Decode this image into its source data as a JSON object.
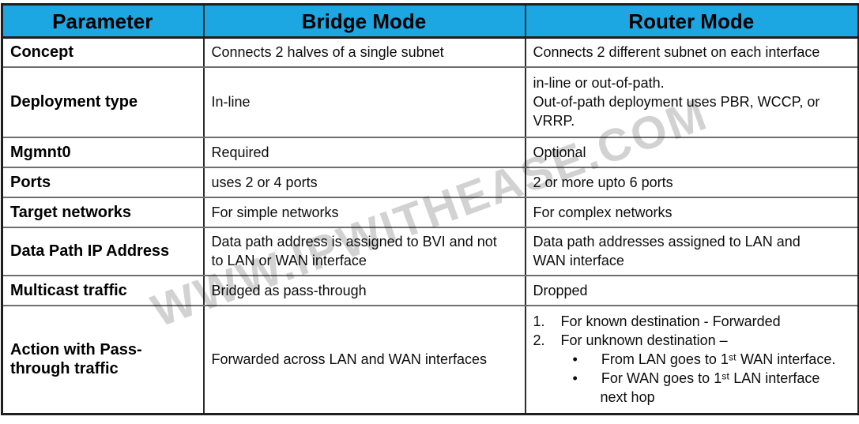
{
  "watermark": "WWW.IPWITHEASE.COM",
  "colors": {
    "header_bg": "#1ca7e2",
    "header_text": "#000000",
    "border_dark": "#1f1f1f",
    "watermark_gray": "#d2d2d2"
  },
  "table": {
    "headers": {
      "parameter": "Parameter",
      "bridge": "Bridge Mode",
      "router": "Router Mode"
    },
    "rows": [
      {
        "parameter": "Concept",
        "bridge": "Connects 2 halves of a single subnet",
        "router": "Connects 2 different subnet on each interface"
      },
      {
        "parameter": "Deployment type",
        "bridge": "In-line",
        "router": "in-line or out-of-path.\nOut-of-path deployment uses PBR, WCCP, or\nVRRP."
      },
      {
        "parameter": "Mgmnt0",
        "bridge": "Required",
        "router": "Optional"
      },
      {
        "parameter": "Ports",
        "bridge": "uses 2 or 4 ports",
        "router": "2 or more upto 6 ports"
      },
      {
        "parameter": "Target networks",
        "bridge": "For simple networks",
        "router": "For complex networks"
      },
      {
        "parameter": "Data Path IP Address",
        "bridge": "Data path address is assigned to BVI and not\nto LAN or WAN interface",
        "router": "Data path addresses assigned to LAN and\nWAN interface"
      },
      {
        "parameter": "Multicast traffic",
        "bridge": "Bridged as pass-through",
        "router": "Dropped"
      },
      {
        "parameter": "Action with Pass-\nthrough traffic",
        "bridge": "Forwarded across LAN and WAN interfaces",
        "router": [
          "1.    For known destination - Forwarded",
          "2.    For unknown destination –",
          "          •      From LAN goes to 1ˢᵗ WAN interface.",
          "          •      For WAN goes to 1ˢᵗ LAN interface",
          "                 next hop"
        ]
      }
    ]
  }
}
